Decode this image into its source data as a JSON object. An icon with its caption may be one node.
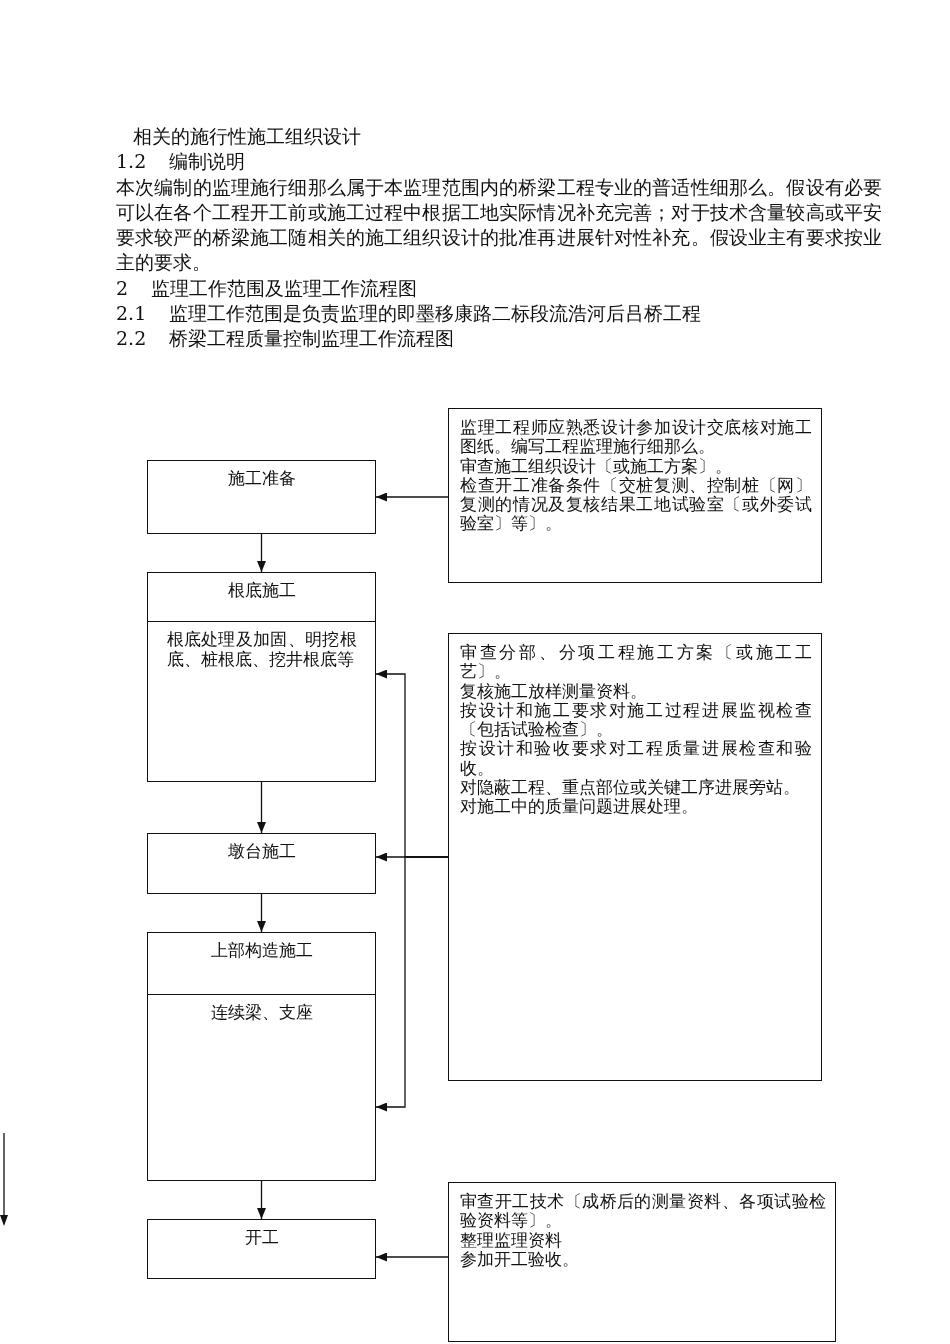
{
  "diagram": {
    "nodes": [
      {
        "text": [
          "施工准备"
        ]
      },
      {
        "text": [
          "根底施工",
          "根底处理及加固、明挖根底、桩根底、挖井根底等"
        ]
      },
      {
        "text": [
          "墩台施工"
        ]
      },
      {
        "text": [
          "上部构造施工",
          "连续梁、支座"
        ]
      },
      {
        "text": [
          "开工"
        ]
      },
      {
        "text": [
          "监理工程师应熟悉设计参加设计交底核对施工图纸。编写工程监理施行细那么。",
          "审查施工组织设计〔或施工方案〕。",
          "检查开工准备条件〔交桩复测、控制桩〔网〕复测的情况及复核结果工地试验室〔或外委试验室〕等〕。"
        ]
      },
      {
        "text": [
          "审查分部、分项工程施工方案〔或施工工艺〕。",
          "复核施工放样测量资料。",
          "按设计和施工要求对施工过程进展监视检查〔包括试验检查〕。",
          "按设计和验收要求对工程质量进展检查和验收。",
          "对隐蔽工程、重点部位或关键工序进展旁站。",
          "对施工中的质量问题进展处理。"
        ]
      },
      {
        "text": [
          "审查开工技术〔成桥后的测量资料、各项试验检验资料等〕。",
          "整理监理资料",
          "参加开工验收。"
        ]
      }
    ],
    "edges": [
      {
        "from": 0,
        "to": 1,
        "arrow": "to"
      },
      {
        "from": 1,
        "to": 2,
        "arrow": "to"
      },
      {
        "from": 2,
        "to": 3,
        "arrow": "to"
      },
      {
        "from": 3,
        "to": 4,
        "arrow": "to"
      },
      {
        "from": 5,
        "to": 0,
        "arrow": "to"
      },
      {
        "from": 6,
        "to": 1,
        "arrow": "to"
      },
      {
        "from": 6,
        "to": 2,
        "arrow": "to"
      },
      {
        "from": 6,
        "to": 3,
        "arrow": "to"
      },
      {
        "from": 7,
        "to": 4,
        "arrow": "to"
      }
    ],
    "labels": [
      "相关的施行性施工组织设计",
      "1.2 编制说明",
      "本次编制的监理施行细那么属于本监理范围内的桥梁工程专业的普适性细那么。假设有必要可以在各个工程开工前或施工过程中根据工地实际情况补充完善；对于技术含量较高或平安要求较严的桥梁施工随相关的施工组织设计的批准再进展针对性补充。假设业主有要求按业主的要求。",
      "2 监理工作范围及监理工作流程图",
      "2.1 监理工作范围是负责监理的即墨移康路二标段流浩河后吕桥工程",
      "2.2 桥梁工程质量控制监理工作流程图"
    ]
  }
}
